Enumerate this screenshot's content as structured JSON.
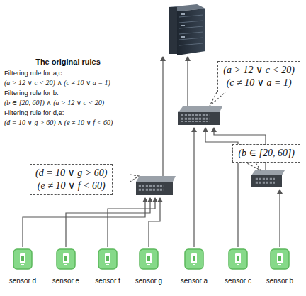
{
  "diagram": {
    "title": "The original rules",
    "nodes": [
      {
        "text": [
          "(a > 12 ∨ c < 20)",
          "(c ≠ 10 ∨ a = 1)"
        ]
      },
      {
        "text": [
          "(b ∈ [20, 60])"
        ]
      },
      {
        "text": [
          "(d = 10 ∨ g > 60)",
          "(e ≠ 10 ∨ f < 60)"
        ]
      },
      {
        "text": [
          "sensor d"
        ]
      },
      {
        "text": [
          "sensor e"
        ]
      },
      {
        "text": [
          "sensor f"
        ]
      },
      {
        "text": [
          "sensor g"
        ]
      },
      {
        "text": [
          "sensor a"
        ]
      },
      {
        "text": [
          "sensor c"
        ]
      },
      {
        "text": [
          "sensor b"
        ]
      }
    ],
    "labels": [
      "Filtering rule for a,c:",
      "(a > 12 ∨ c < 20) ∧ (c ≠ 10 ∨ a = 1)",
      "Filtering rule for b:",
      "(b ∈ [20, 60]) ∧ (a > 12 ∨ c < 20)",
      "Filtering rule for d,e:",
      "(d = 10 ∨ g > 60) ∧ (e ≠ 10 ∨ f < 60)"
    ]
  }
}
